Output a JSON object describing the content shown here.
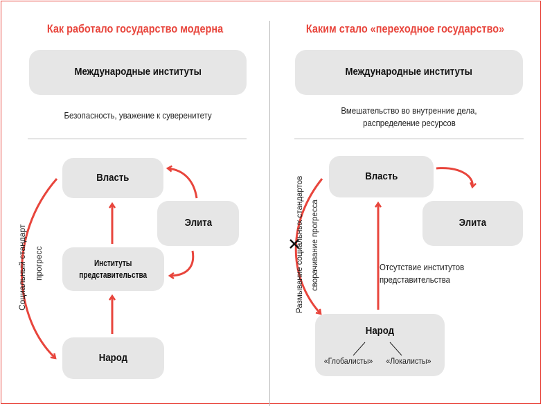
{
  "left": {
    "title": "Как работало государство модерна",
    "intl": "Международные институты",
    "intl_relation": "Безопасность, уважение к суверенитету",
    "power": "Власть",
    "elite": "Элита",
    "institutions_1": "Институты",
    "institutions_2": "представительства",
    "people": "Народ",
    "curve_label_1": "Социальный стандарт",
    "curve_label_2": "прогресс"
  },
  "right": {
    "title": "Каким стало «переходное государство»",
    "intl": "Международные институты",
    "intl_relation_1": "Вмешательство во внутренние дела,",
    "intl_relation_2": "распределение ресурсов",
    "power": "Власть",
    "elite": "Элита",
    "people": "Народ",
    "globalists": "«Глобалисты»",
    "localists": "«Локалисты»",
    "absence_1": "Отсутствие институтов",
    "absence_2": "представительства",
    "curve_label_1": "Размывание социальных стандартов",
    "curve_label_2": "сворачивание прогресса"
  },
  "colors": {
    "accent": "#e8453c",
    "box": "#e6e6e6"
  }
}
